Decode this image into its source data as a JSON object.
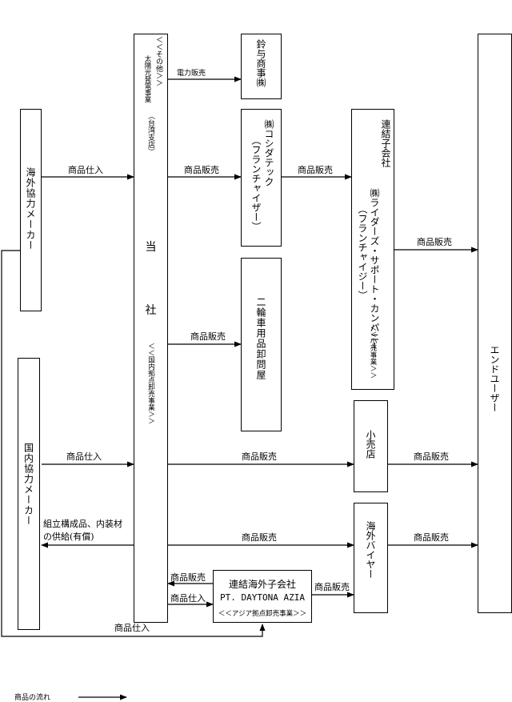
{
  "boxes": {
    "overseas_maker": "海外協力メーカー",
    "domestic_maker": "国内協力メーカー",
    "company_other_segment": "＜＜その他＞＞",
    "company_solar": "太陽光発電事業",
    "company_taiwan": "（台湾支店）",
    "company_name": "当社",
    "company_name_top": "当",
    "company_name_bottom": "社",
    "company_segment": "＜＜国内拠点卸売事業＞＞",
    "suzuyo": "鈴与商事㈱",
    "koshida_line1": "㈱コシダテック",
    "koshida_line2": "（フランチャイザー）",
    "nirin": "二輪車用品卸問屋",
    "rider_line1": "連結子会社",
    "rider_line2": "㈱ライダーズ・サポート・カンパニー",
    "rider_line3": "（フランチャイジー）",
    "rider_segment": "＜＜小売事業＞＞",
    "retail": "小売店",
    "buyer": "海外バイヤー",
    "end_user": "エンドユーザー",
    "azia_line1": "連結海外子会社",
    "azia_line2": "PT. DAYTONA AZIA",
    "azia_segment": "＜＜アジア拠点卸売事業＞＞"
  },
  "arrows": {
    "power_sales": "電力販売",
    "purchase_overseas": "商品仕入",
    "sales_koshida": "商品販売",
    "sales_rider": "商品販売",
    "sales_enduser_1": "商品販売",
    "sales_nirin": "商品販売",
    "purchase_domestic": "商品仕入",
    "sales_retail": "商品販売",
    "sales_enduser_2": "商品販売",
    "supply_line1": "組立構成品、内装材",
    "supply_line2": "の供給(有償)",
    "sales_buyer": "商品販売",
    "sales_enduser_3": "商品販売",
    "azia_sales_to_company": "商品販売",
    "azia_purchase_from_company": "商品仕入",
    "azia_sales_to_buyer": "商品販売",
    "purchase_bottom": "商品仕入"
  },
  "legend": {
    "label": "商品の流れ"
  }
}
